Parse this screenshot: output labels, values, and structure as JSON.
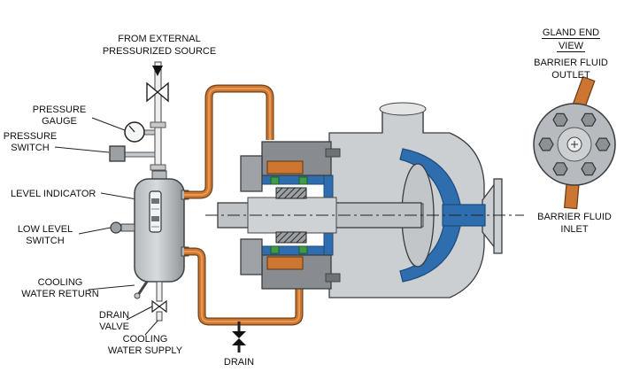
{
  "labels": {
    "source1": "FROM EXTERNAL",
    "source2": "PRESSURIZED SOURCE",
    "pgauge1": "PRESSURE",
    "pgauge2": "GAUGE",
    "pswitch1": "PRESSURE",
    "pswitch2": "SWITCH",
    "level": "LEVEL INDICATOR",
    "lowlevel1": "LOW LEVEL",
    "lowlevel2": "SWITCH",
    "creturn1": "COOLING",
    "creturn2": "WATER RETURN",
    "dvalve1": "DRAIN",
    "dvalve2": "VALVE",
    "csupply1": "COOLING",
    "csupply2": "WATER SUPPLY",
    "drain": "DRAIN",
    "glandview1": "GLAND END",
    "glandview2": "VIEW",
    "outlet1": "BARRIER FLUID",
    "outlet2": "OUTLET",
    "inlet1": "BARRIER FLUID",
    "inlet2": "INLET"
  },
  "colors": {
    "barrier_pipe_orange": "#CD7631",
    "casing_gray": "#CBCFD2",
    "component_dark_gray": "#8A8E92",
    "process_fluid_blue": "#2E6DAE",
    "seal_green": "#3F9B4A",
    "background": "#FFFFFF"
  }
}
